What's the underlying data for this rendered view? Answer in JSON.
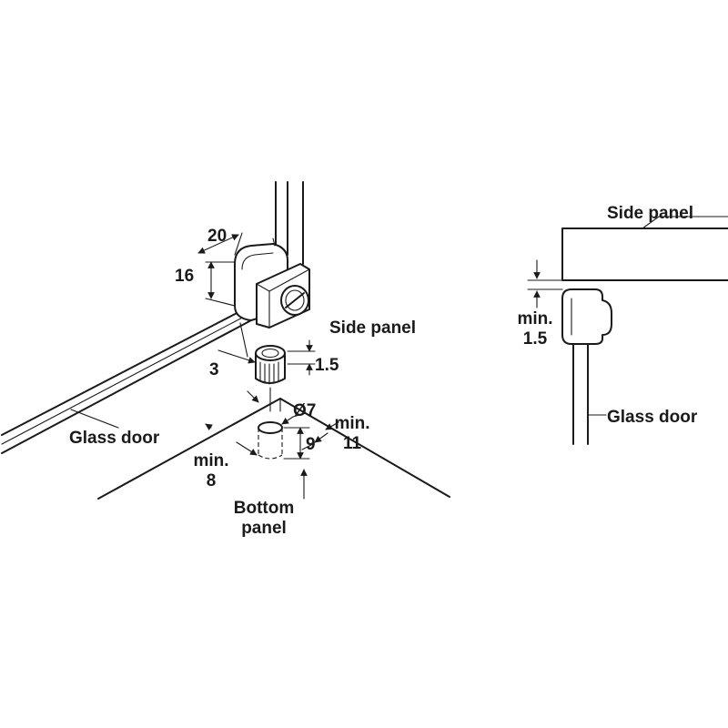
{
  "labels": {
    "dim_20": "20",
    "dim_16": "16",
    "dim_3": "3",
    "dim_1_5": "1.5",
    "dim_phi7": "Ø7",
    "dim_9": "9",
    "min_11_a": "min.",
    "min_11_b": "11",
    "min_8_a": "min.",
    "min_8_b": "8",
    "side_panel_left": "Side panel",
    "glass_door_left": "Glass door",
    "bottom_panel_a": "Bottom",
    "bottom_panel_b": "panel",
    "side_panel_right": "Side panel",
    "min_1_5_a": "min.",
    "min_1_5_b": "1.5",
    "glass_door_right": "Glass door"
  },
  "colors": {
    "line": "#1a1a1a",
    "background": "#ffffff"
  }
}
